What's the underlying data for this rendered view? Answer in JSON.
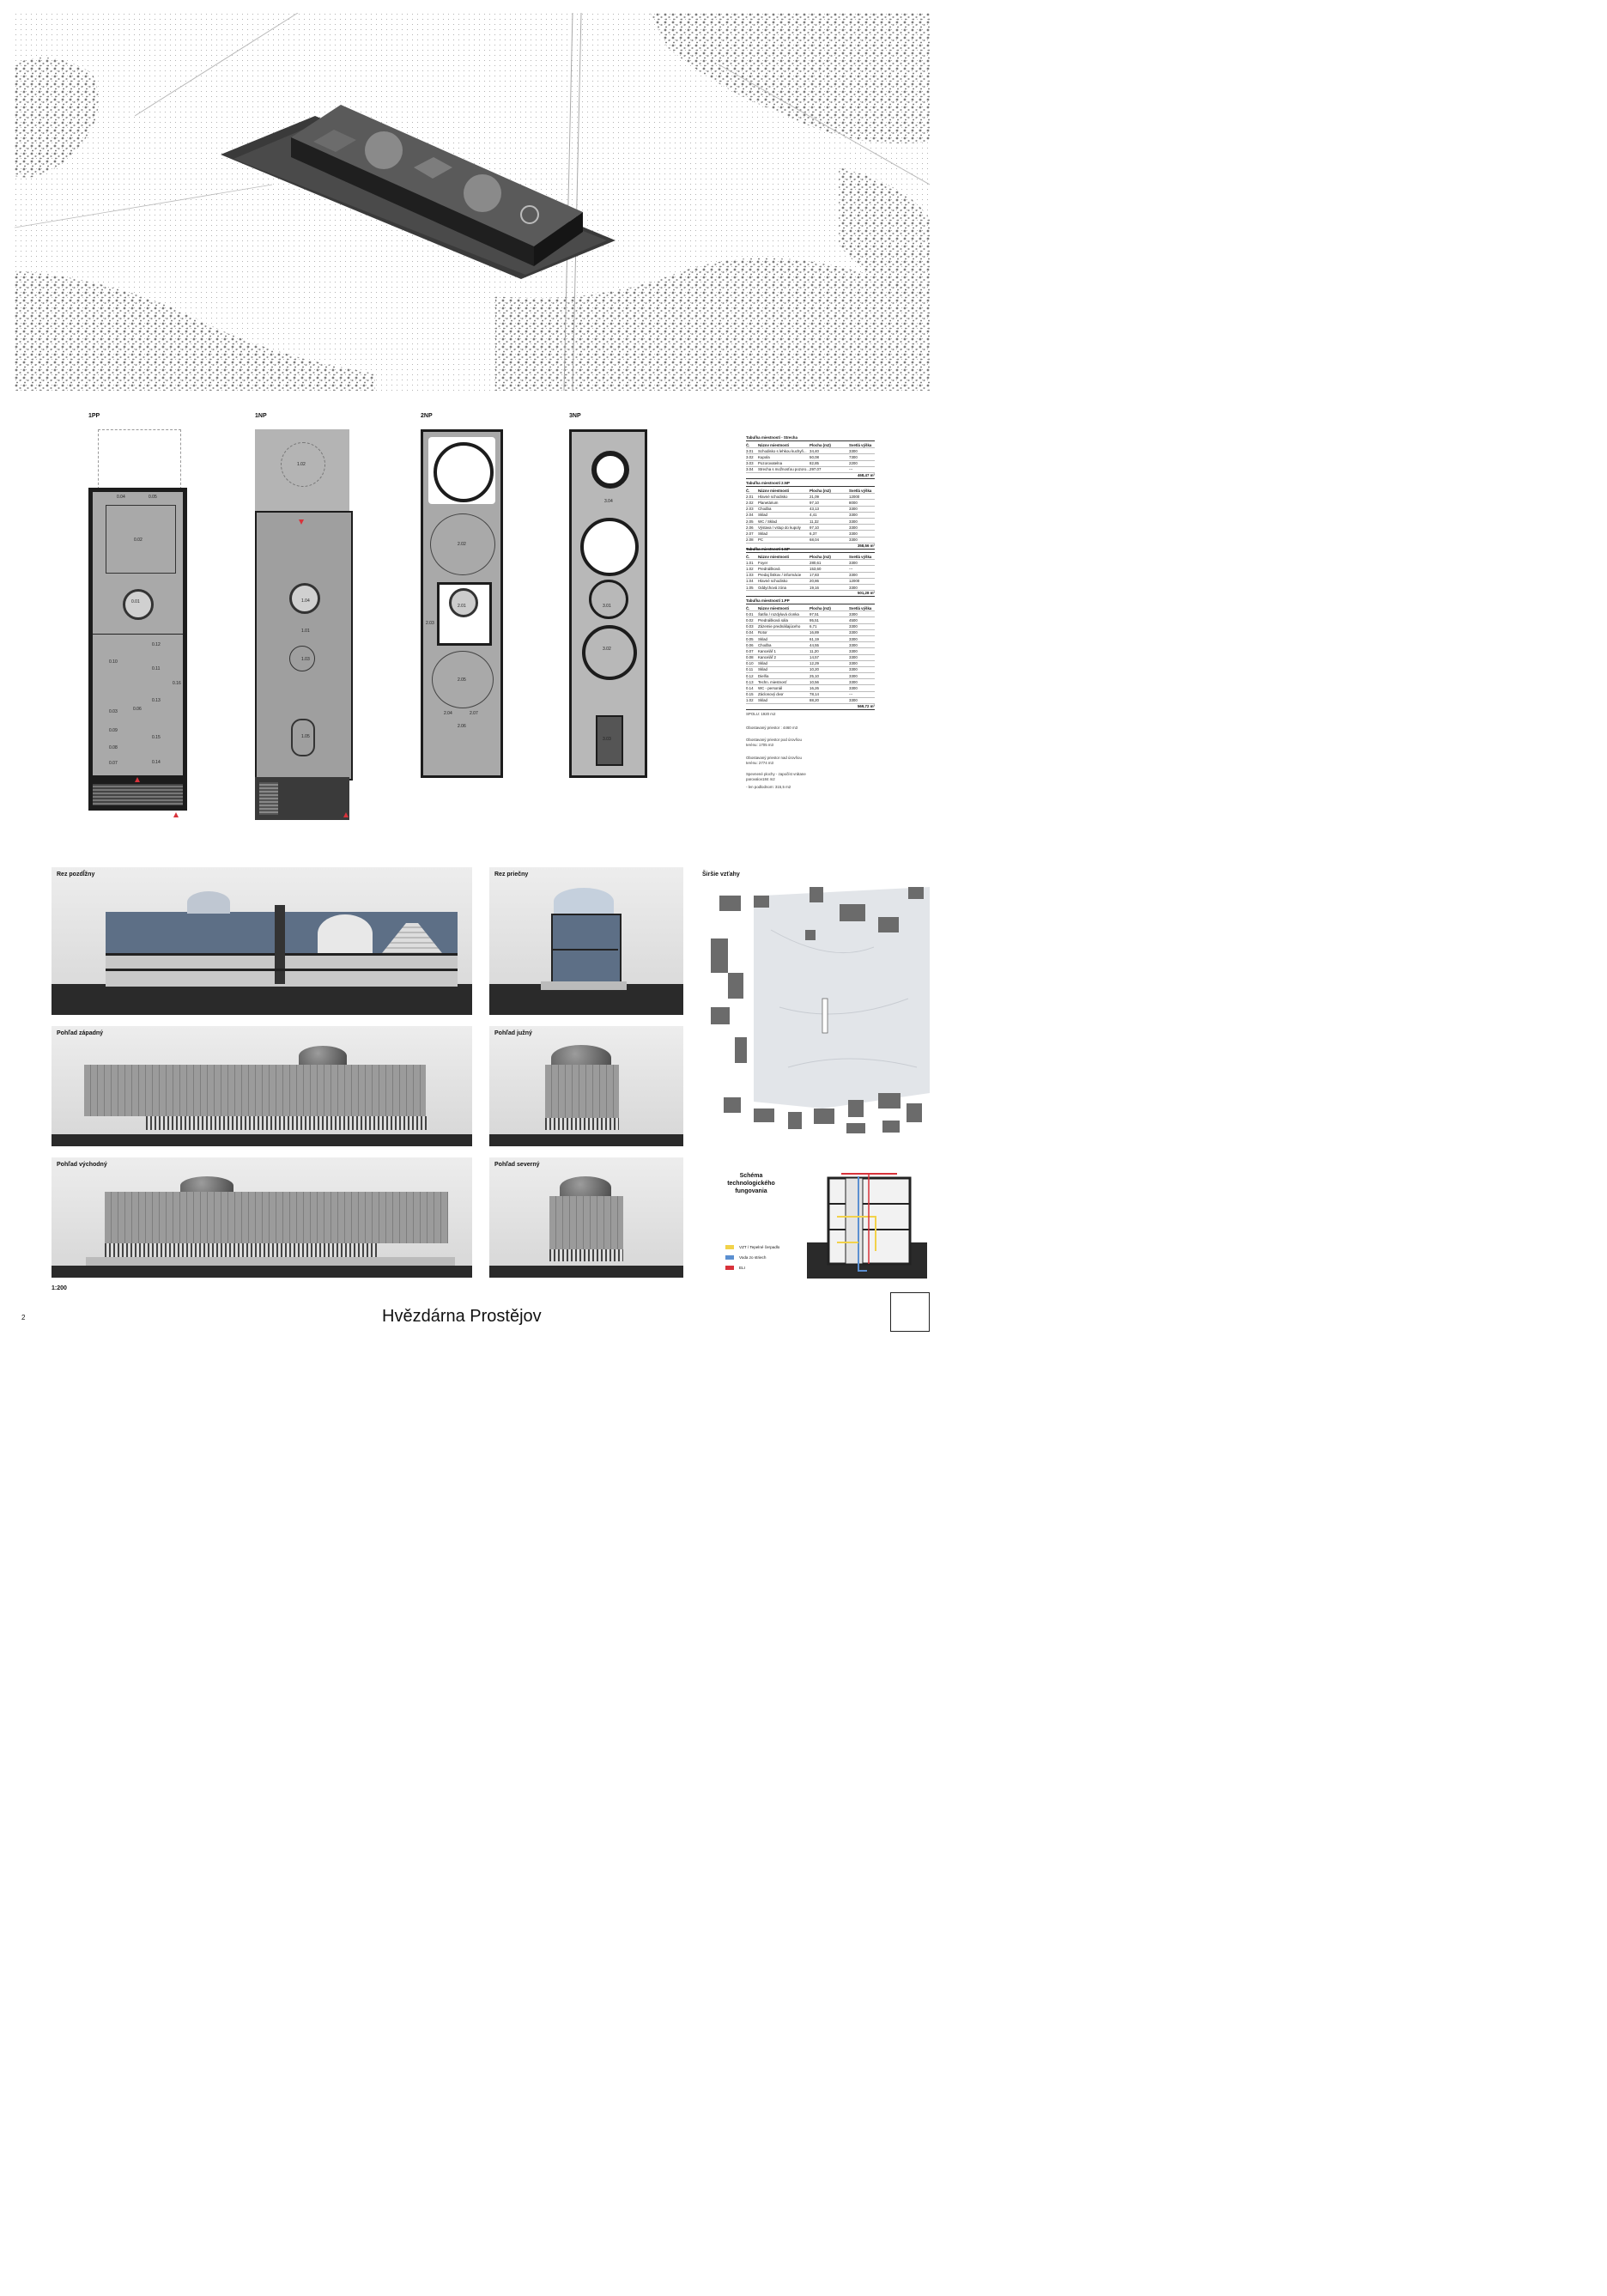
{
  "header": {
    "page_number": "2",
    "title": "Hvězdárna Prostějov",
    "scale": "1:200"
  },
  "plans": [
    {
      "label": "1PP"
    },
    {
      "label": "1NP"
    },
    {
      "label": "2NP"
    },
    {
      "label": "3NP"
    }
  ],
  "plan_rooms": {
    "pp": [
      "0.04",
      "0.05",
      "0.02",
      "0.01",
      "0.12",
      "0.11",
      "0.13",
      "0.06",
      "0.03",
      "0.10",
      "0.14",
      "0.15",
      "0.16",
      "0.09",
      "0.08",
      "0.07"
    ],
    "np1": [
      "1.02",
      "1.04",
      "1.01",
      "1.03",
      "1.05"
    ],
    "np2": [
      "2.02",
      "2.01",
      "2.03",
      "2.05",
      "2.04",
      "2.07",
      "2.06"
    ],
    "np3": [
      "3.04",
      "3.01",
      "3.02",
      "3.03"
    ]
  },
  "tables": [
    {
      "title": "Tabuľka miestností - Strecha",
      "headers": [
        "Č.",
        "Názov miestnosti",
        "Plocha (m2)",
        "Svetlá výška"
      ],
      "rows": [
        [
          "3.01",
          "Schodisko s lehkou kuchyň...",
          "34,40",
          "3300"
        ],
        [
          "3.02",
          "Kupola",
          "50,08",
          "7300"
        ],
        [
          "3.03",
          "Pozorovatelna",
          "82,85",
          "2200"
        ],
        [
          "3.04",
          "Strecha s možnosťou pozoro...",
          "297,07",
          "---"
        ]
      ],
      "total": "468,47 m²"
    },
    {
      "title": "Tabuľka miestností 2.NP",
      "headers": [
        "Č.",
        "Názov miestnosti",
        "Plocha (m2)",
        "Svetlá výška"
      ],
      "rows": [
        [
          "2.01",
          "Hlavné schodisko",
          "21,09",
          "12000"
        ],
        [
          "2.02",
          "Planetárium",
          "97,10",
          "8000"
        ],
        [
          "2.03",
          "Chodba",
          "43,13",
          "3300"
        ],
        [
          "2.04",
          "Sklad",
          "4,41",
          "3300"
        ],
        [
          "2.05",
          "WC / Sklad",
          "11,32",
          "3300"
        ],
        [
          "2.06",
          "Výstava / vstup do kupoly",
          "97,10",
          "3300"
        ],
        [
          "2.07",
          "Sklad",
          "6,37",
          "3300"
        ],
        [
          "2.08",
          "PC",
          "68,04",
          "3300"
        ]
      ],
      "total": "358,56 m²"
    },
    {
      "title": "Tabuľka miestností 1.NP",
      "headers": [
        "Č.",
        "Názov miestnosti",
        "Plocha (m2)",
        "Svetlá výška"
      ],
      "rows": [
        [
          "1.01",
          "Foyer",
          "280,61",
          "3300"
        ],
        [
          "1.02",
          "Prednášková",
          "153,60",
          "---"
        ],
        [
          "1.03",
          "Predaj lístkov / informácie",
          "17,83",
          "3300"
        ],
        [
          "1.04",
          "Hlavné schodisko",
          "20,86",
          "12000"
        ],
        [
          "1.05",
          "Oddychová zóna",
          "19,16",
          "3300"
        ]
      ],
      "total": "501,28 m²"
    },
    {
      "title": "Tabuľka miestností 1.PP",
      "headers": [
        "Č.",
        "Názov miestnosti",
        "Plocha (m2)",
        "Svetlá výška"
      ],
      "rows": [
        [
          "0.01",
          "Šatňa / rozdyluvá clonka",
          "97,51",
          "3300"
        ],
        [
          "0.02",
          "Prednášková sála",
          "95,51",
          "4500"
        ],
        [
          "0.03",
          "Zázemie prednášajúceho",
          "6,71",
          "3300"
        ],
        [
          "0.04",
          "Rotor",
          "16,89",
          "3300"
        ],
        [
          "0.05",
          "Sklad",
          "61,19",
          "3300"
        ],
        [
          "0.06",
          "Chodba",
          "44,55",
          "3300"
        ],
        [
          "0.07",
          "Kancelář 1",
          "11,20",
          "3300"
        ],
        [
          "0.08",
          "Kancelář 2",
          "14,57",
          "3300"
        ],
        [
          "0.10",
          "Sklad",
          "12,29",
          "3300"
        ],
        [
          "0.11",
          "Sklad",
          "10,20",
          "3300"
        ],
        [
          "0.12",
          "Dielňa",
          "25,10",
          "3300"
        ],
        [
          "0.13",
          "Techn. miestnosť",
          "10,56",
          "3300"
        ],
        [
          "0.14",
          "WC - personál",
          "16,26",
          "3300"
        ],
        [
          "0.15",
          "Záclonový dvor",
          "78,14",
          "---"
        ],
        [
          "1.02",
          "Sklad",
          "88,20",
          "3300"
        ]
      ],
      "total": "569,72 m²"
    }
  ],
  "stats": [
    "SPOLU: 1920 m2",
    "Obostavaný priestor : 4460 m3",
    "Obostavaný priestor pod úrovňou terénu: 1705 m3",
    "Obostavaný priestor nad úrovňou terénu: 2774 m3",
    "Spevnené plochy - započíst vrátane parovalov184 m2",
    "- len podlodnom: 315,5 m2"
  ],
  "sections": {
    "longitudinal": "Rez pozdĺžny",
    "transverse": "Rez priečny",
    "wider_relations": "Širšie vzťahy",
    "west": "Pohľad západný",
    "south": "Pohľad južný",
    "east": "Pohľad východný",
    "north": "Pohľad severný"
  },
  "schema": {
    "title_lines": [
      "Schéma",
      "technologického",
      "fungovania"
    ],
    "legend": [
      {
        "label": "VZT / Tepelné čerpadlo",
        "color": "#f2d24a"
      },
      {
        "label": "Voda zo striech",
        "color": "#5b8fd0"
      },
      {
        "label": "ELI",
        "color": "#d8323a"
      }
    ]
  },
  "colors": {
    "dark": "#1c1c1c",
    "plan_fill": "#a9a9a9",
    "ground": "#2a2a2a",
    "glass": "#5d6f86",
    "dome": "#8b8b8b"
  }
}
